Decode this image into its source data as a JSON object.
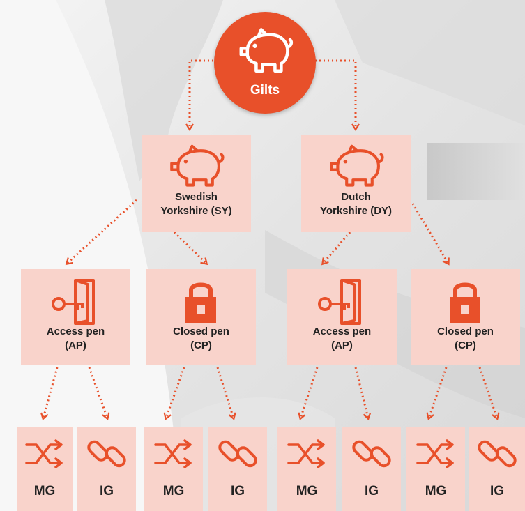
{
  "colors": {
    "accent": "#e8502a",
    "box_fill": "#f9d3cb",
    "text": "#222222"
  },
  "root": {
    "label": "Gilts",
    "icon": "pig-icon"
  },
  "breeds": [
    {
      "line1": "Swedish",
      "line2": "Yorkshire (SY)",
      "icon": "pig-icon"
    },
    {
      "line1": "Dutch",
      "line2": "Yorkshire (DY)",
      "icon": "pig-icon"
    }
  ],
  "pens": [
    {
      "line1": "Access pen",
      "line2": "(AP)",
      "icon": "door-key-icon"
    },
    {
      "line1": "Closed pen",
      "line2": "(CP)",
      "icon": "lock-icon"
    },
    {
      "line1": "Access pen",
      "line2": "(AP)",
      "icon": "door-key-icon"
    },
    {
      "line1": "Closed pen",
      "line2": "(CP)",
      "icon": "lock-icon"
    }
  ],
  "leaves": [
    {
      "label": "MG",
      "icon": "shuffle-icon"
    },
    {
      "label": "IG",
      "icon": "link-icon"
    },
    {
      "label": "MG",
      "icon": "shuffle-icon"
    },
    {
      "label": "IG",
      "icon": "link-icon"
    },
    {
      "label": "MG",
      "icon": "shuffle-icon"
    },
    {
      "label": "IG",
      "icon": "link-icon"
    },
    {
      "label": "MG",
      "icon": "shuffle-icon"
    },
    {
      "label": "IG",
      "icon": "link-icon"
    }
  ]
}
